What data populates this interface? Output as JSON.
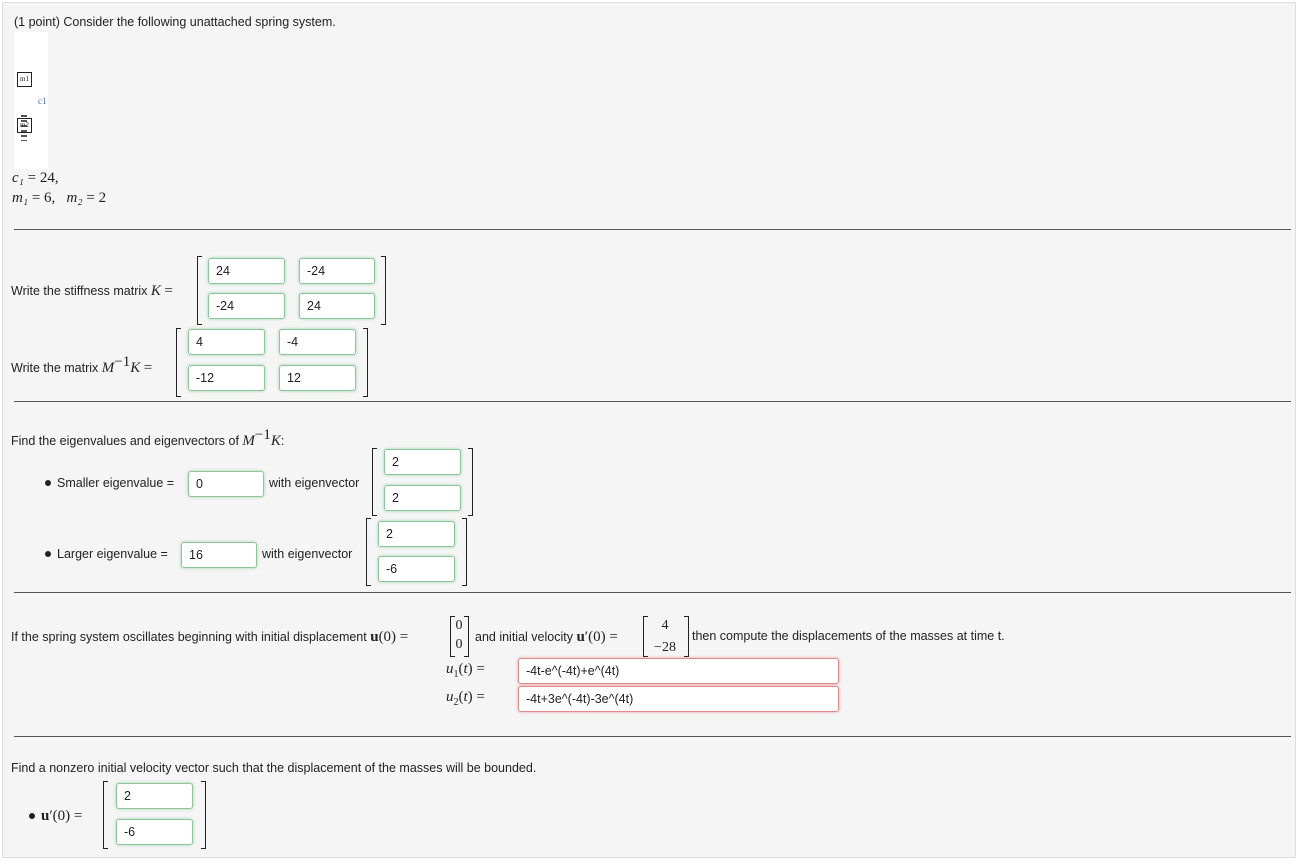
{
  "problem": {
    "points": "(1 point)",
    "intro": "Consider the following unattached spring system."
  },
  "diagram": {
    "mass_top_label": "m1",
    "mass_bottom_label": "m2",
    "spring_label": "c1"
  },
  "given": {
    "c1_var": "c₁",
    "c1_value": "24",
    "m1_var": "m₁",
    "m1_value": "6",
    "m2_var": "m₂",
    "m2_value": "2"
  },
  "stiffness": {
    "prompt": "Write the stiffness matrix",
    "symbol": "K",
    "entries": [
      "24",
      "-24",
      "-24",
      "24"
    ]
  },
  "minv_k": {
    "prompt": "Write the matrix",
    "exponent": "−1",
    "entries": [
      "4",
      "-4",
      "-12",
      "12"
    ]
  },
  "eigen": {
    "prompt": "Find the eigenvalues and eigenvectors of",
    "smaller_label": "Smaller eigenvalue =",
    "smaller_value": "0",
    "with_eigenvector": "with eigenvector",
    "smaller_vector": [
      "2",
      "2"
    ],
    "larger_label": "Larger eigenvalue =",
    "larger_value": "16",
    "larger_vector": [
      "2",
      "-6"
    ]
  },
  "oscillation": {
    "prompt_start": "If the spring system oscillates beginning with initial displacement",
    "u0": [
      "0",
      "0"
    ],
    "prompt_mid": "and initial velocity",
    "v0": [
      "4",
      "−28"
    ],
    "prompt_end": "then compute the displacements of the masses at time t.",
    "u1_sub": "1",
    "u1_answer": "-4t-e^(-4t)+e^(4t)",
    "u2_sub": "2",
    "u2_answer": "-4t+3e^(-4t)-3e^(4t)"
  },
  "bounded": {
    "prompt": "Find a nonzero initial velocity vector such that the displacement of the masses will be bounded.",
    "vector": [
      "2",
      "-6"
    ]
  },
  "colors": {
    "correct_border": "#8fc59a",
    "incorrect_border": "#e08a8a",
    "panel_background": "#f5f5f5"
  }
}
